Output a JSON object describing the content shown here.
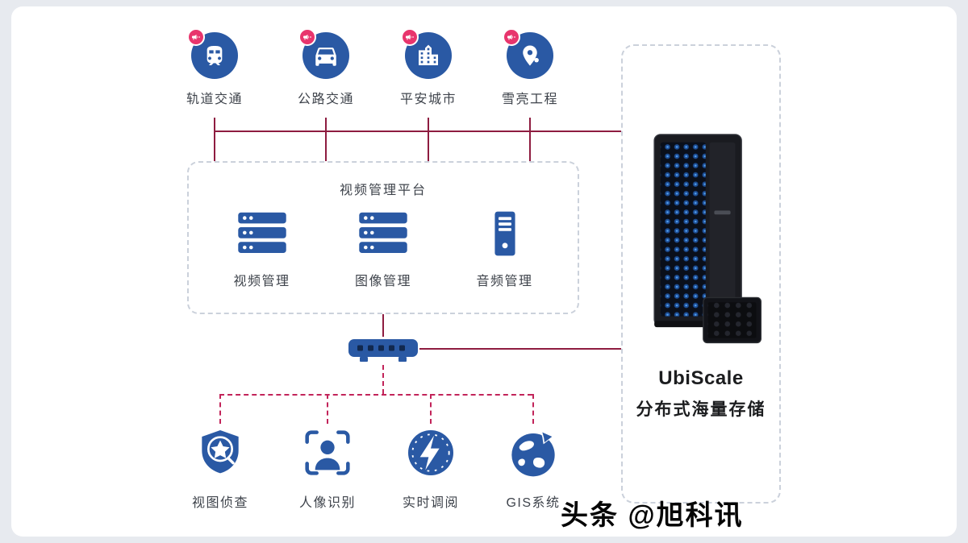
{
  "top_sources": [
    {
      "label": "轨道交通",
      "icon": "train-icon"
    },
    {
      "label": "公路交通",
      "icon": "car-icon"
    },
    {
      "label": "平安城市",
      "icon": "city-icon"
    },
    {
      "label": "雪亮工程",
      "icon": "location-icon"
    }
  ],
  "platform": {
    "title": "视频管理平台",
    "modules": [
      {
        "label": "视频管理",
        "icon": "server-stack-icon"
      },
      {
        "label": "图像管理",
        "icon": "server-stack-icon"
      },
      {
        "label": "音频管理",
        "icon": "server-tower-icon"
      }
    ]
  },
  "network": {
    "icon": "switch-icon"
  },
  "applications": [
    {
      "label": "视图侦查",
      "icon": "shield-search-icon"
    },
    {
      "label": "人像识别",
      "icon": "face-recognition-icon"
    },
    {
      "label": "实时调阅",
      "icon": "flash-icon"
    },
    {
      "label": "GIS系统",
      "icon": "globe-icon"
    }
  ],
  "storage": {
    "title": "UbiScale",
    "subtitle": "分布式海量存储",
    "icon": "storage-rack-image"
  },
  "watermark": "头条 @旭科讯",
  "colors": {
    "icon_blue": "#2A59A4",
    "badge_red": "#E8356D",
    "line_solid": "#8E1C40",
    "line_dashed": "#C2245A",
    "box_border": "#CBD1DB"
  }
}
